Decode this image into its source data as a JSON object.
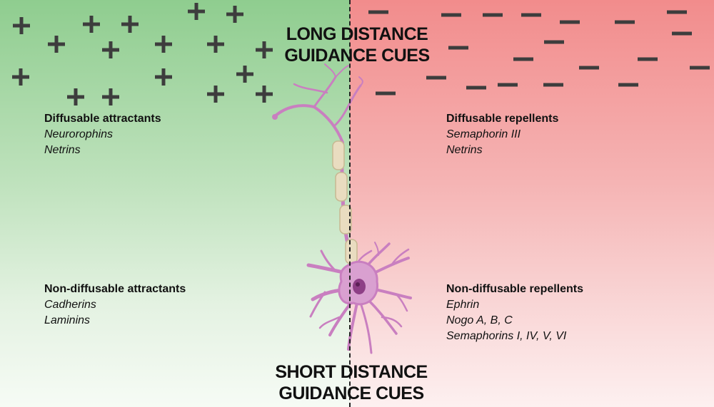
{
  "titles": {
    "top": [
      "LONG DISTANCE",
      "GUIDANCE CUES"
    ],
    "bottom": [
      "SHORT DISTANCE",
      "GUIDANCE CUES"
    ]
  },
  "cues": {
    "top_left": {
      "heading": "Diffusable attractants",
      "items": [
        "Neurorophins",
        "Netrins"
      ]
    },
    "top_right": {
      "heading": "Diffusable repellents",
      "items": [
        "Semaphorin III",
        "Netrins"
      ]
    },
    "bottom_left": {
      "heading": "Non-diffusable attractants",
      "items": [
        "Cadherins",
        "Laminins"
      ]
    },
    "bottom_right": {
      "heading": "Non-diffusable repellents",
      "items": [
        "Ephrin",
        "Nogo A, B, C",
        "Semaphorins I, IV, V, VI"
      ]
    }
  },
  "colors": {
    "attractant_green": "#8fcd8f",
    "repellent_red": "#f28c8c",
    "symbol": "#3d3d3d",
    "neuron": "#c97fc0",
    "myelin": "#e9dcc0"
  },
  "icons": {
    "attractant": "plus-icon",
    "repellent": "minus-icon"
  }
}
